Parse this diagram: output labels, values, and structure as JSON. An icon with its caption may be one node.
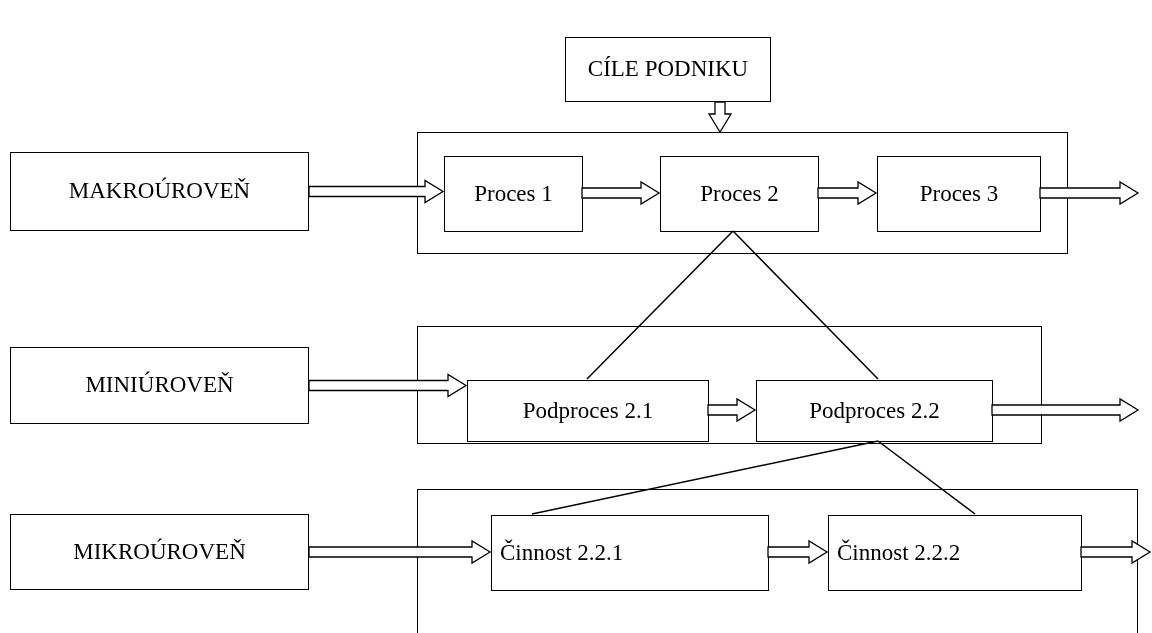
{
  "diagram": {
    "nodes": [
      {
        "text": [
          "CÍLE PODNIKU"
        ]
      },
      {
        "text": [
          "MAKROÚROVEŇ"
        ]
      },
      {
        "text": [],
        "shape": "box"
      },
      {
        "text": [
          "Proces 1"
        ],
        "in": 2
      },
      {
        "text": [
          "Proces 2"
        ],
        "in": 2
      },
      {
        "text": [
          "Proces 3"
        ],
        "in": 2
      },
      {
        "text": [
          "MINIÚROVEŇ"
        ]
      },
      {
        "text": [],
        "shape": "box"
      },
      {
        "text": [
          "Podproces 2.1"
        ],
        "in": 7
      },
      {
        "text": [
          "Podproces 2.2"
        ],
        "in": 7
      },
      {
        "text": [
          "MIKROÚROVEŇ"
        ]
      },
      {
        "text": [],
        "shape": "box"
      },
      {
        "text": [
          "Činnost 2.2.1"
        ],
        "in": 11
      },
      {
        "text": [
          "Činnost 2.2.2"
        ],
        "in": 11
      }
    ],
    "edges": [
      {
        "from": 0,
        "to": 2,
        "arrow": "to"
      },
      {
        "from": 1,
        "to": 3,
        "arrow": "to"
      },
      {
        "from": 3,
        "to": 4,
        "arrow": "to"
      },
      {
        "from": 4,
        "to": 5,
        "arrow": "to"
      },
      {
        "from": 5,
        "to": null,
        "arrow": "to"
      },
      {
        "from": 4,
        "to": 8,
        "arrow": "none"
      },
      {
        "from": 4,
        "to": 9,
        "arrow": "none"
      },
      {
        "from": 6,
        "to": 8,
        "arrow": "to"
      },
      {
        "from": 8,
        "to": 9,
        "arrow": "to"
      },
      {
        "from": 9,
        "to": null,
        "arrow": "to"
      },
      {
        "from": 9,
        "to": 12,
        "arrow": "none"
      },
      {
        "from": 9,
        "to": 13,
        "arrow": "none"
      },
      {
        "from": 10,
        "to": 12,
        "arrow": "to"
      },
      {
        "from": 12,
        "to": 13,
        "arrow": "to"
      },
      {
        "from": 13,
        "to": null,
        "arrow": "to"
      }
    ]
  }
}
